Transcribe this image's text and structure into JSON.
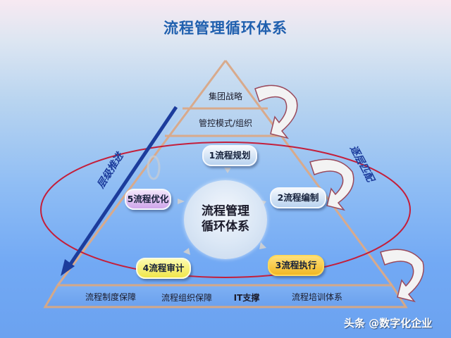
{
  "title": "流程管理循环体系",
  "pyramid": {
    "top": "集团战略",
    "second": "管控模式/组织",
    "base_items": [
      "流程制度保障",
      "流程组织保障",
      "IT支撑",
      "流程培训体系"
    ]
  },
  "cycle": {
    "center": [
      "流程管理",
      "循环体系"
    ],
    "steps": [
      {
        "label": "1流程规划",
        "color": "#cfe0f4"
      },
      {
        "label": "2流程编制",
        "color": "#cfe0f4"
      },
      {
        "label": "3流程执行",
        "color": "#f5c233"
      },
      {
        "label": "4流程审计",
        "color": "#f3ea5a"
      },
      {
        "label": "5流程优化",
        "color": "#d8b4ee"
      }
    ]
  },
  "side_labels": {
    "left": "层级推进",
    "right": "逐层匹配"
  },
  "colors": {
    "title": "#1f5fae",
    "pyramid_edge": "#d8a888",
    "ellipse": "#c41e3a",
    "left_arrow": "#1c3c9c"
  },
  "watermark": "头条 @数字化企业"
}
